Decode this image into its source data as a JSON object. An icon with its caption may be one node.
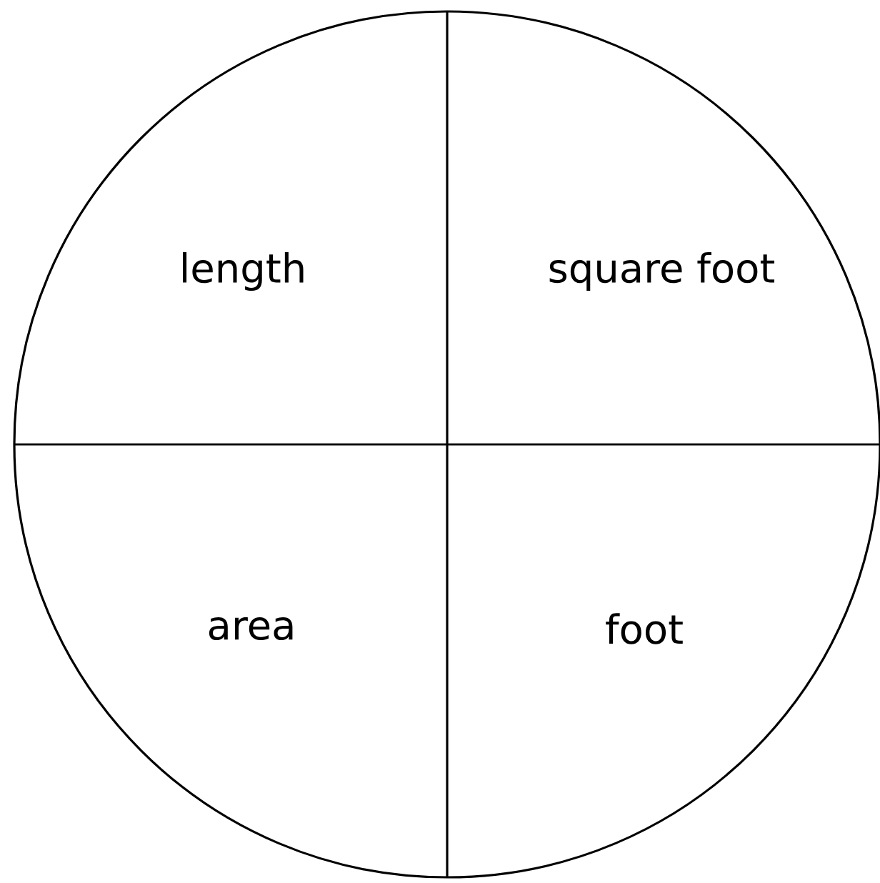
{
  "diagram": {
    "nodes": [
      {
        "text": [],
        "shape": "circle"
      },
      {
        "text": [
          "length"
        ],
        "in": 0
      },
      {
        "text": [
          "square foot"
        ],
        "in": 0
      },
      {
        "text": [
          "area"
        ],
        "in": 0
      },
      {
        "text": [
          "foot"
        ],
        "in": 0
      }
    ]
  }
}
